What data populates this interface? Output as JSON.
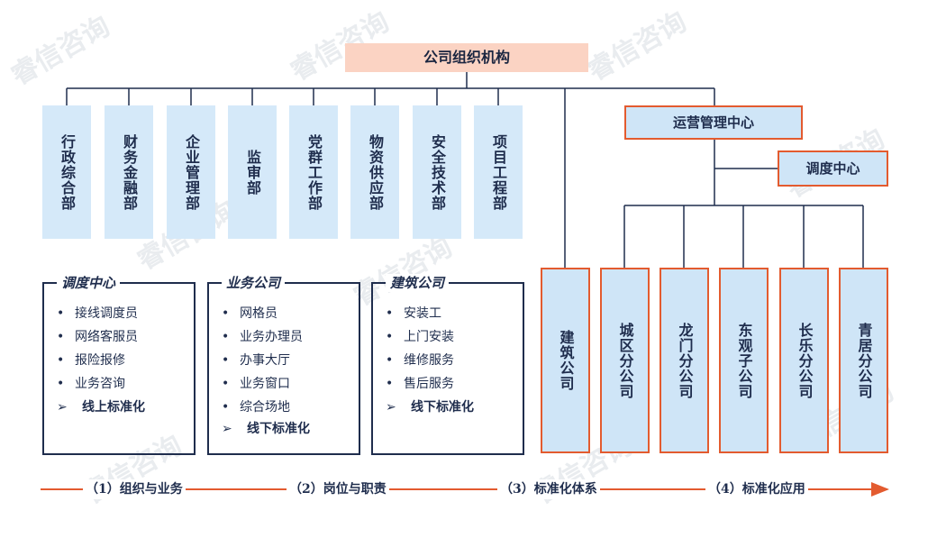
{
  "root": "公司组织机构",
  "departments": [
    "行政综合部",
    "财务金融部",
    "企业管理部",
    "监审部",
    "党群工作部",
    "物资供应部",
    "安全技术部",
    "项目工程部"
  ],
  "ops_center": "运营管理中心",
  "dispatch_center": "调度中心",
  "subsidiaries": [
    "建筑公司",
    "城区分公司",
    "龙门分公司",
    "东观子公司",
    "长乐分公司",
    "青居分公司"
  ],
  "panels": [
    {
      "title": "调度中心",
      "items": [
        "接线调度员",
        "网络客服员",
        "报险报修",
        "业务咨询"
      ],
      "foot": "线上标准化"
    },
    {
      "title": "业务公司",
      "items": [
        "网格员",
        "业务办理员",
        "办事大厅",
        "业务窗口",
        "综合场地"
      ],
      "foot": "线下标准化"
    },
    {
      "title": "建筑公司",
      "items": [
        "安装工",
        "上门安装",
        "维修服务",
        "售后服务"
      ],
      "foot": "线下标准化"
    }
  ],
  "steps": [
    "（1）组织与业务",
    "（2）岗位与职责",
    "（3）标准化体系",
    "（4）标准化应用"
  ],
  "bullet_marker": "➢",
  "watermark": "睿信咨询",
  "colors": {
    "accent": "#e35b2f",
    "box_fill": "#cfe5f7",
    "root_fill": "#fbd3c3",
    "ink": "#1f2d4d"
  }
}
